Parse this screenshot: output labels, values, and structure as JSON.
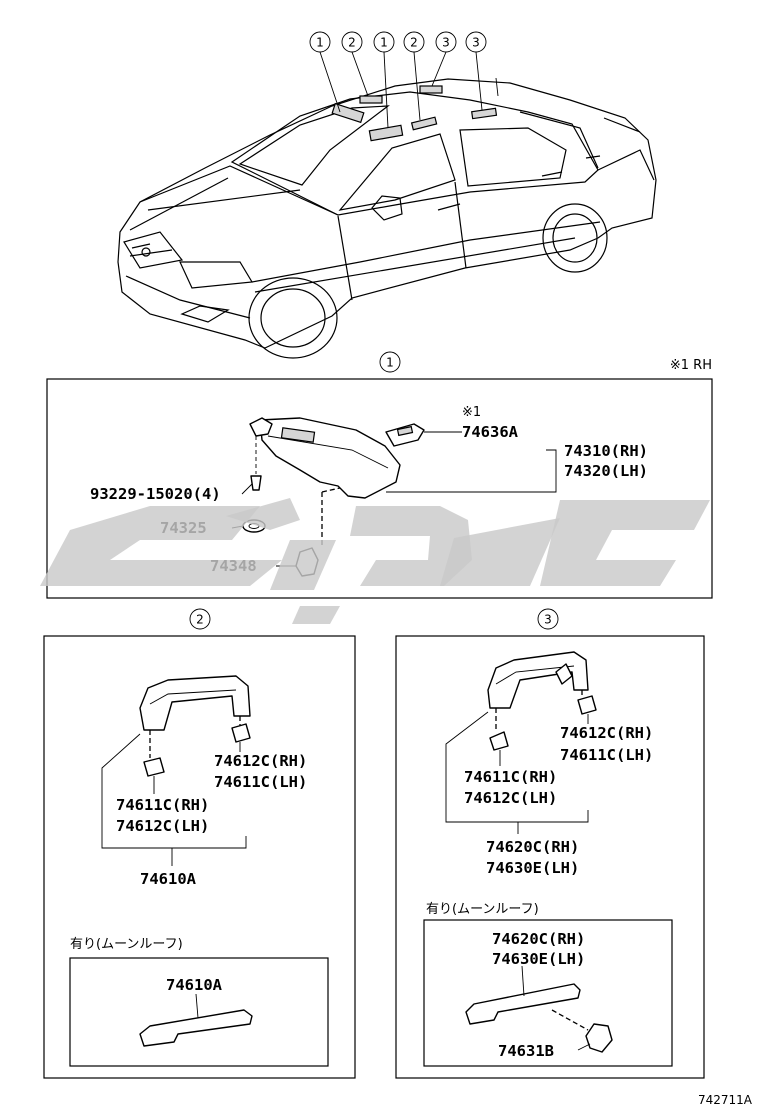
{
  "diagram": {
    "car_callouts": [
      "1",
      "2",
      "1",
      "2",
      "3",
      "3"
    ],
    "sections": {
      "visor": {
        "callout": "1",
        "rh_note": "※1 RH",
        "mark": "※1",
        "parts": [
          "74636A",
          "74310(RH)",
          "74320(LH)",
          "93229-15020(4)",
          "74325",
          "74348"
        ]
      },
      "grip_front": {
        "callout": "2",
        "parts": [
          "74612C(RH)",
          "74611C(LH)",
          "74611C(RH)",
          "74612C(LH)",
          "74610A"
        ],
        "moonroof_note": "有り(ムーンルーフ)",
        "moonroof_parts": [
          "74610A"
        ]
      },
      "grip_rear": {
        "callout": "3",
        "parts": [
          "74612C(RH)",
          "74611C(LH)",
          "74611C(RH)",
          "74612C(LH)",
          "74620C(RH)",
          "74630E(LH)"
        ],
        "moonroof_note": "有り(ムーンルーフ)",
        "moonroof_parts": [
          "74620C(RH)",
          "74630E(LH)",
          "74631B"
        ]
      }
    },
    "figure_id": "742711A"
  }
}
